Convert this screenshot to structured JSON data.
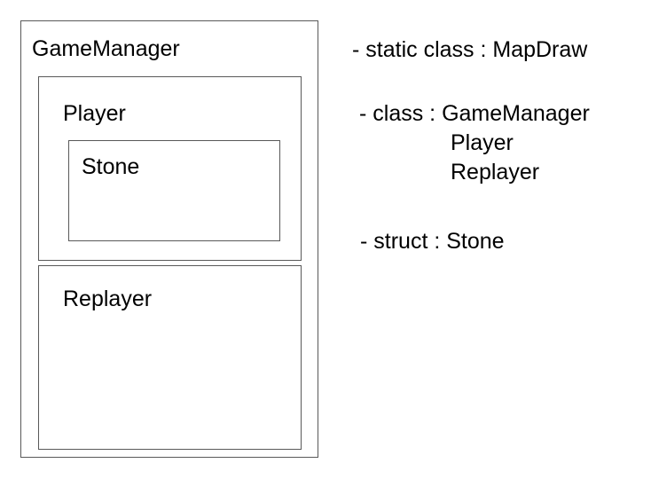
{
  "diagram": {
    "boxes": {
      "game_manager": "GameManager",
      "player": "Player",
      "stone": "Stone",
      "replayer": "Replayer"
    },
    "notes": {
      "static_line": "- static class : MapDraw",
      "class_line": "- class : GameManager",
      "class_item_2": "Player",
      "class_item_3": "Replayer",
      "struct_line": "- struct : Stone"
    }
  }
}
